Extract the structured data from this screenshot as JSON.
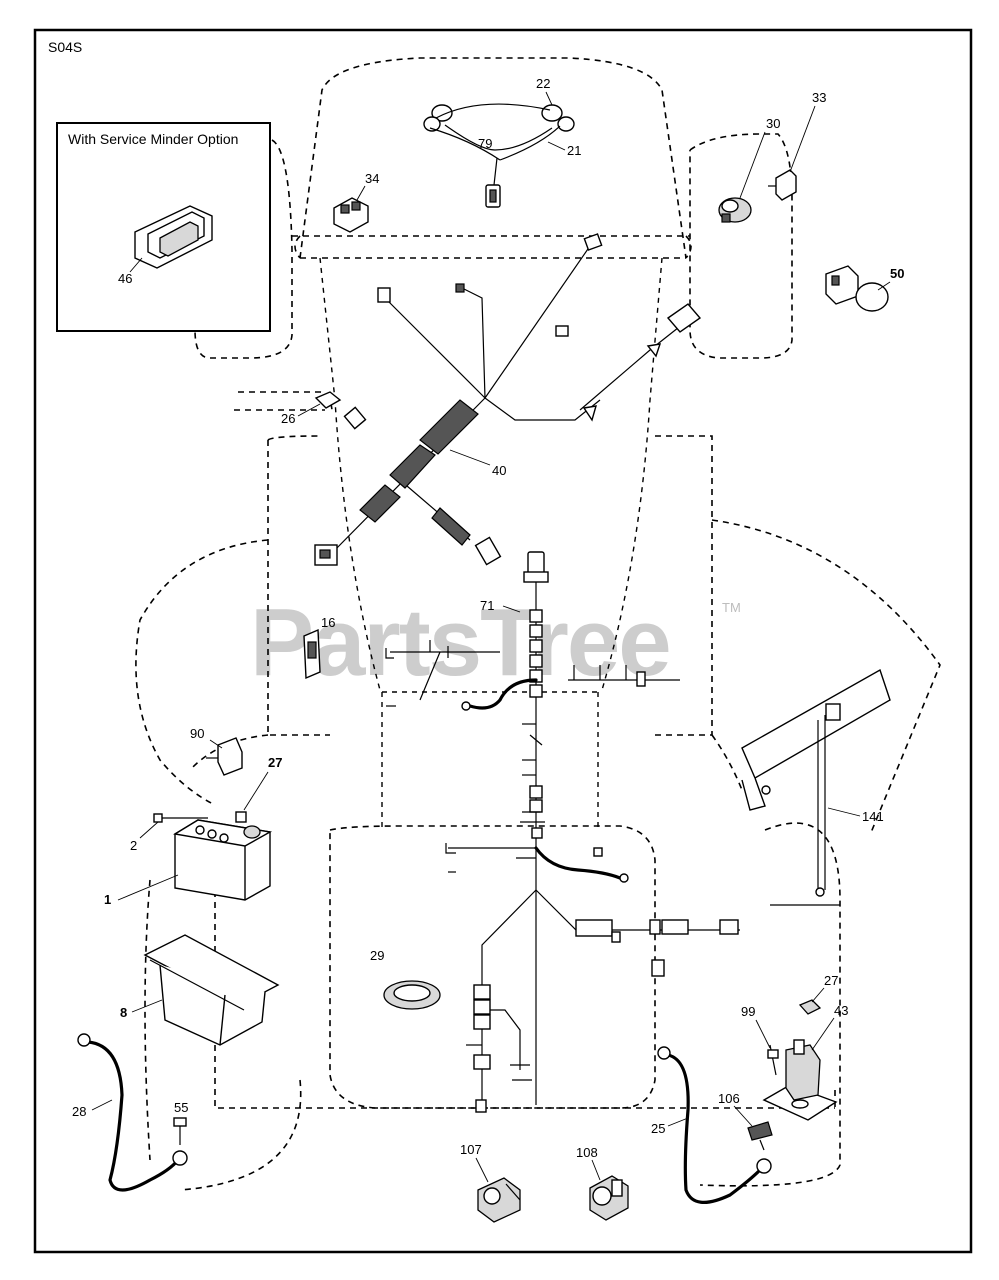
{
  "diagram": {
    "code": "S04S",
    "inset_title": "With Service Minder Option",
    "watermark": "PartsTree",
    "watermark_tm": "TM",
    "callouts": [
      {
        "id": "c46",
        "text": "46"
      },
      {
        "id": "c34",
        "text": "34"
      },
      {
        "id": "c22",
        "text": "22"
      },
      {
        "id": "c79",
        "text": "79"
      },
      {
        "id": "c21",
        "text": "21"
      },
      {
        "id": "c33",
        "text": "33"
      },
      {
        "id": "c30",
        "text": "30"
      },
      {
        "id": "c50",
        "text": "50"
      },
      {
        "id": "c26",
        "text": "26"
      },
      {
        "id": "c40",
        "text": "40"
      },
      {
        "id": "c71",
        "text": "71"
      },
      {
        "id": "c16",
        "text": "16"
      },
      {
        "id": "c90",
        "text": "90"
      },
      {
        "id": "c27a",
        "text": "27"
      },
      {
        "id": "c2",
        "text": "2"
      },
      {
        "id": "c1",
        "text": "1"
      },
      {
        "id": "c8",
        "text": "8"
      },
      {
        "id": "c29",
        "text": "29"
      },
      {
        "id": "c28",
        "text": "28"
      },
      {
        "id": "c55",
        "text": "55"
      },
      {
        "id": "c141",
        "text": "141"
      },
      {
        "id": "c27b",
        "text": "27"
      },
      {
        "id": "c43",
        "text": "43"
      },
      {
        "id": "c99",
        "text": "99"
      },
      {
        "id": "c106",
        "text": "106"
      },
      {
        "id": "c25",
        "text": "25"
      },
      {
        "id": "c107",
        "text": "107"
      },
      {
        "id": "c108",
        "text": "108"
      }
    ]
  }
}
